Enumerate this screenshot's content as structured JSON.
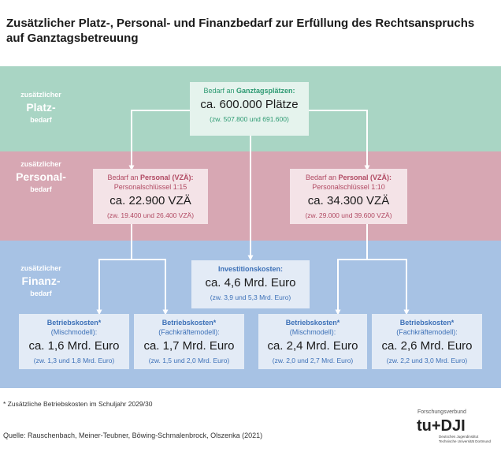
{
  "title": "Zusätzlicher Platz-, Personal- und Finanzbedarf zur Erfüllung des Rechtsanspruchs auf Ganztagsbetreuung",
  "bands": {
    "place": {
      "small": "zusätzlicher",
      "big": "Platz-",
      "small2": "bedarf",
      "color": "#a9d5c4"
    },
    "staff": {
      "small": "zusätzlicher",
      "big": "Personal-",
      "small2": "bedarf",
      "color": "#d7a7b3"
    },
    "fin": {
      "small": "zusätzlicher",
      "big": "Finanz-",
      "small2": "bedarf",
      "color": "#a7c2e4"
    }
  },
  "places": {
    "heading_prefix": "Bedarf an ",
    "heading_bold": "Ganztagsplätzen:",
    "value": "ca. 600.000 Plätze",
    "range": "(zw. 507.800 und 691.600)"
  },
  "staff_left": {
    "heading_prefix": "Bedarf an ",
    "heading_bold": "Personal (VZÄ):",
    "ratio": "Personalschlüssel 1:15",
    "value": "ca. 22.900 VZÄ",
    "range": "(zw. 19.400 und 26.400 VZÄ)"
  },
  "staff_right": {
    "heading_prefix": "Bedarf an ",
    "heading_bold": "Personal (VZÄ):",
    "ratio": "Personalschlüssel 1:10",
    "value": "ca. 34.300 VZÄ",
    "range": "(zw. 29.000 und 39.600 VZÄ)"
  },
  "investment": {
    "heading": "Investitionskosten:",
    "value": "ca. 4,6 Mrd. Euro",
    "range": "(zw. 3,9 und 5,3 Mrd. Euro)"
  },
  "operating": [
    {
      "heading": "Betriebskosten*",
      "model": "(Mischmodell):",
      "value": "ca. 1,6 Mrd. Euro",
      "range": "(zw. 1,3 und 1,8 Mrd. Euro)"
    },
    {
      "heading": "Betriebskosten*",
      "model": "(Fachkräftemodell):",
      "value": "ca. 1,7 Mrd. Euro",
      "range": "(zw. 1,5 und 2,0 Mrd. Euro)"
    },
    {
      "heading": "Betriebskosten*",
      "model": "(Mischmodell):",
      "value": "ca. 2,4 Mrd. Euro",
      "range": "(zw. 2,0 und 2,7 Mrd. Euro)"
    },
    {
      "heading": "Betriebskosten*",
      "model": "(Fachkräftemodell):",
      "value": "ca. 2,6 Mrd. Euro",
      "range": "(zw. 2,2 und 3,0 Mrd. Euro)"
    }
  ],
  "footnote": "* Zusätzliche Betriebskosten im Schuljahr 2029/30",
  "source": "Quelle: Rauschenbach, Meiner-Teubner, Böwing-Schmalenbrock, Olszenka (2021)",
  "logo": {
    "caption": "Forschungsverbund",
    "mark": "tu+DJI",
    "sub1": "Deutsches Jugendinstitut",
    "sub2": "Technische Universität Dortmund"
  }
}
